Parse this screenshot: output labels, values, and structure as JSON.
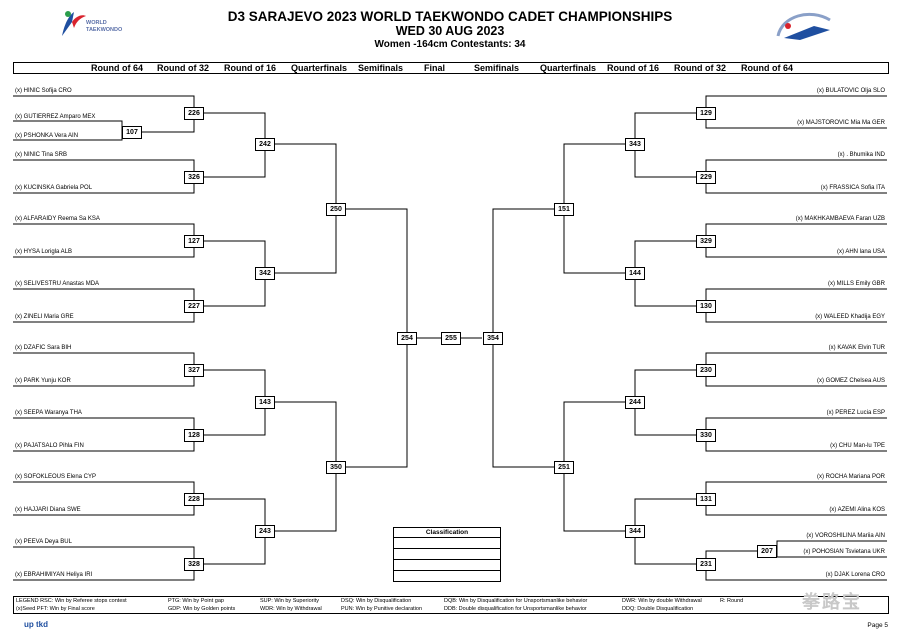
{
  "header": {
    "title": "D3 SARAJEVO 2023 WORLD TAEKWONDO CADET CHAMPIONSHIPS",
    "date": "WED 30 AUG 2023",
    "subtitle": "Women -164cm  Contestants: 34",
    "logo_left": [
      "WORLD",
      "TAEKWONDO"
    ]
  },
  "rounds": {
    "left": [
      "Round of 64",
      "Round of 32",
      "Round of 16",
      "Quarterfinals",
      "Semifinals"
    ],
    "final": "Final",
    "right": [
      "Semifinals",
      "Quarterfinals",
      "Round of 16",
      "Round of 32",
      "Round of 64"
    ]
  },
  "left_athletes": [
    "(x) HINIC Sofija CRO",
    "(x) GUTIERREZ Amparo MEX",
    "(x) PSHONKA Vera AIN",
    "(x) NINIC Tina SRB",
    "(x) KUCINSKA Gabriela POL",
    "(x) ALFARAIDY Reema Sa KSA",
    "(x) HYSA Lorigla ALB",
    "(x) SELIVESTRU Anastas MDA",
    "(x) ZINELI Maria GRE",
    "(x) DZAFIC Sara BIH",
    "(x) PARK Yunju KOR",
    "(x) SEEPA Waranya THA",
    "(x) PAJATSALO Pihla FIN",
    "(x) SOFOKLEOUS Elena CYP",
    "(x) HAJJARI Diana SWE",
    "(x) PEEVA Deya BUL",
    "(x) EBRAHIMIYAN Heliya IRI"
  ],
  "right_athletes": [
    "(x) BULATOVIC Olja SLO",
    "(x) MAJSTOROVIC Mia Ma GER",
    "(x) . Bhumika IND",
    "(x) FRASSICA Sofia ITA",
    "(x) MAKHKAMBAEVA Faran UZB",
    "(x) AHN lana USA",
    "(x) MILLS Emily GBR",
    "(x) WALEED Khadija EGY",
    "(x) KAVAK Elvin TUR",
    "(x) GOMEZ Chelsea AUS",
    "(x) PEREZ Lucia ESP",
    "(x) CHU Man-lu TPE",
    "(x) ROCHA Mariana POR",
    "(x) AZEMI Alina KOS",
    "(x) VOROSHILINA Mariia AIN",
    "(x) POHOSIAN Tsvietana UKR",
    "(x) DJAK Lorena CRO"
  ],
  "matches": {
    "l64": "107",
    "l32": [
      "226",
      "326",
      "127",
      "227",
      "327",
      "128",
      "228",
      "328"
    ],
    "l16": [
      "242",
      "342",
      "143",
      "243"
    ],
    "lqf": [
      "250",
      "350"
    ],
    "lsf": "254",
    "final": "255",
    "rsf": "354",
    "rqf": [
      "151",
      "251"
    ],
    "r16": [
      "343",
      "144",
      "244",
      "344"
    ],
    "r32": [
      "129",
      "229",
      "329",
      "130",
      "230",
      "330",
      "131",
      "231"
    ],
    "r64": "207"
  },
  "classification": {
    "title": "Classification"
  },
  "legend": {
    "row1": [
      "LEGEND   RSC: Win by Referee stops contest",
      "PTG: Win by Point gap",
      "SUP: Win by Superiority",
      "DSQ: Win by Disqualification",
      "DQB: Win by Disqualification for Unsportsmanlike behavior",
      "DWR: Win by double Withdrawal",
      "R: Round"
    ],
    "row2": [
      "(x)Seed    PFT: Win by Final score",
      "GDP: Win by Golden points",
      "WDR: Win by Withdrawal",
      "PUN: Win by Punitive declaration",
      "DDB: Double disqualification for Unsportsmanlike behavior",
      "DDQ: Double Disqualification"
    ]
  },
  "footer": {
    "brand": "up tkd",
    "page": "Page 5",
    "watermark": "拳路宝"
  },
  "colors": {
    "line": "#000000",
    "logo_red": "#d9232d",
    "logo_blue": "#1f4fa0"
  }
}
